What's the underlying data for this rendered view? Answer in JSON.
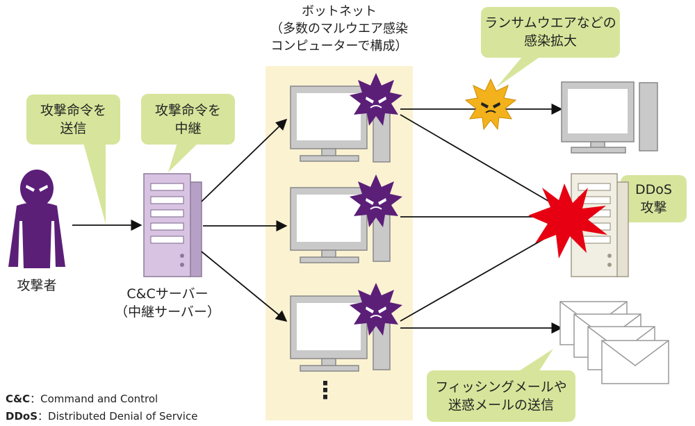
{
  "botnet": {
    "title_line1": "ボットネット",
    "title_line2": "（多数のマルウエア感染",
    "title_line3": "コンピューターで構成）",
    "ellipsis": "⋮"
  },
  "attacker": {
    "label": "攻撃者"
  },
  "cc_server": {
    "label_line1": "C&Cサーバー",
    "label_line2": "（中継サーバー）"
  },
  "bubbles": {
    "send_command": {
      "line1": "攻撃命令を",
      "line2": "送信"
    },
    "relay_command": {
      "line1": "攻撃命令を",
      "line2": "中継"
    },
    "ransomware": {
      "line1": "ランサムウエアなどの",
      "line2": "感染拡大"
    },
    "ddos": {
      "line1": "DDoS",
      "line2": "攻撃"
    },
    "phishing": {
      "line1": "フィッシングメールや",
      "line2": "迷惑メールの送信"
    }
  },
  "legend": [
    {
      "abbr": "C&C",
      "sep": "：",
      "text": "Command and Control"
    },
    {
      "abbr": "DDoS",
      "sep": "：",
      "text": "Distributed Denial of Service"
    }
  ],
  "colors": {
    "bubble_fill": "#d6e59b",
    "botnet_zone": "#fbf2d2",
    "malware_purple": "#5b1f78",
    "cc_server_fill": "#d9c3e2",
    "computer_gray": "#c9c9c9",
    "starburst_red": "#e60012",
    "ransomware_yellow": "#f3b21b"
  },
  "icons": [
    "attacker-figure-icon",
    "server-icon",
    "computer-icon",
    "malware-icon",
    "ransomware-icon",
    "explosion-icon",
    "envelope-icon"
  ]
}
